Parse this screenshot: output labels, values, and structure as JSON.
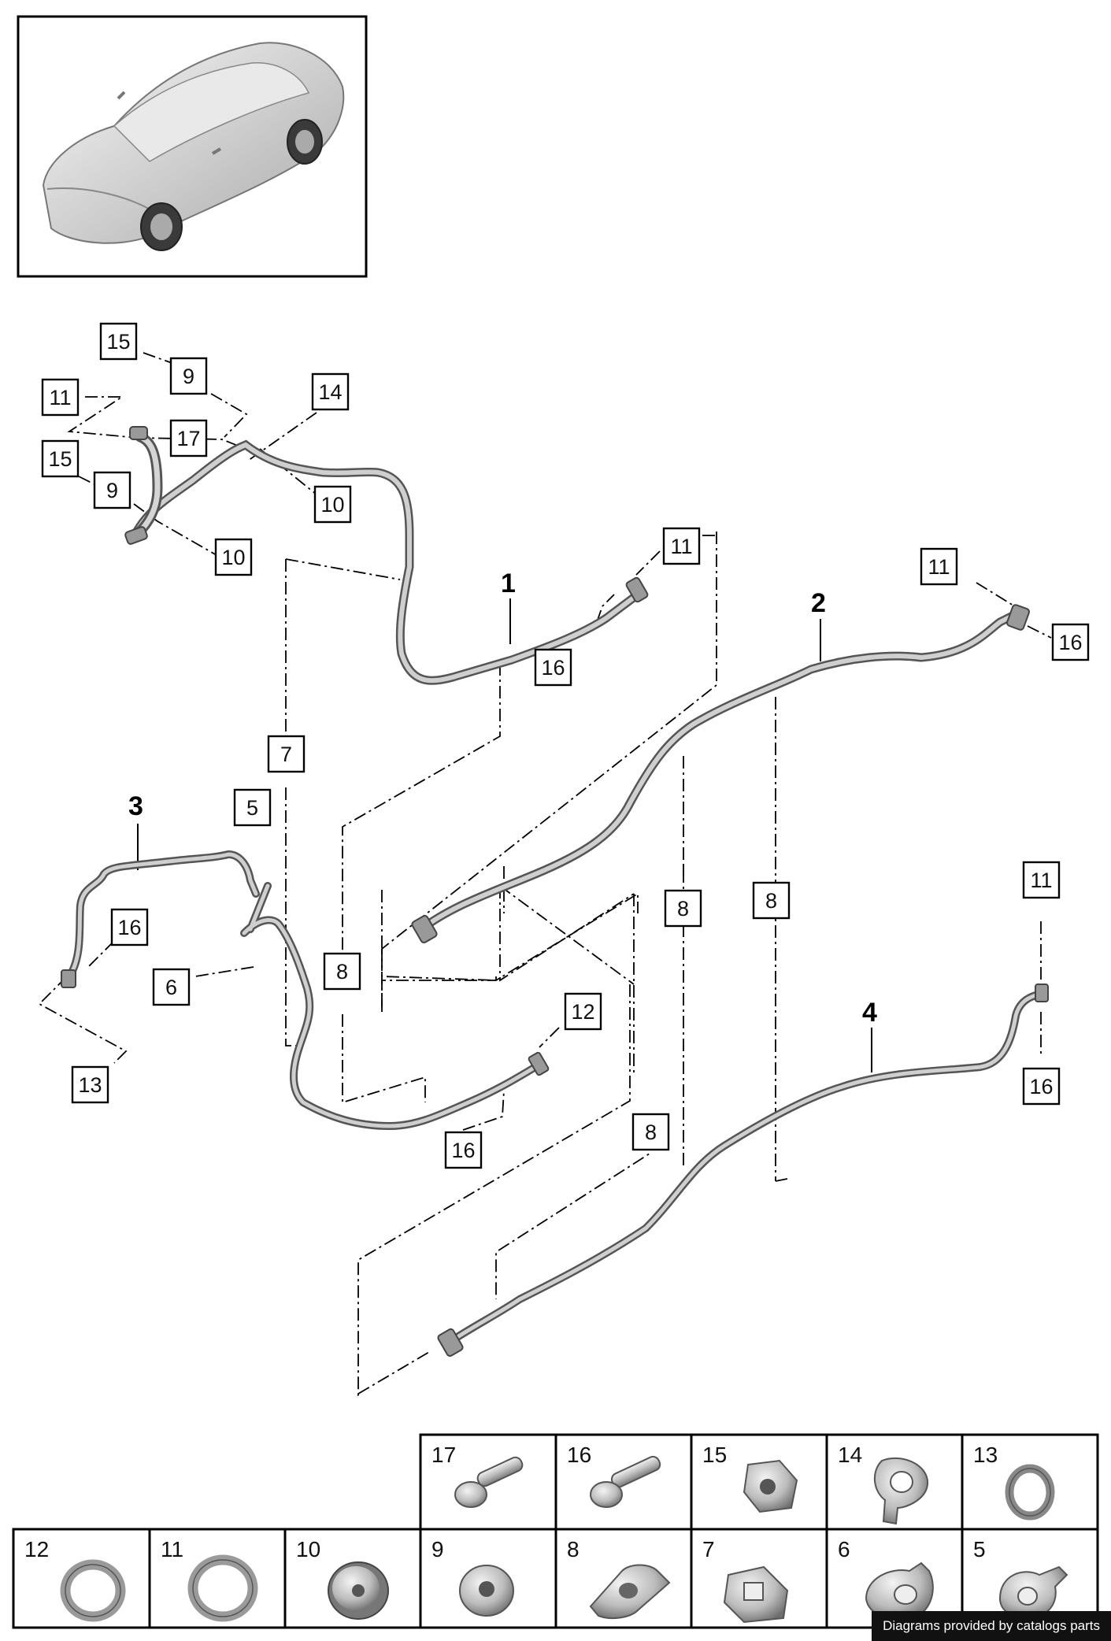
{
  "diagram": {
    "assemblies": [
      {
        "id": "1",
        "label": "1"
      },
      {
        "id": "2",
        "label": "2"
      },
      {
        "id": "3",
        "label": "3"
      },
      {
        "id": "4",
        "label": "4"
      }
    ],
    "callouts": [
      "15",
      "9",
      "11",
      "17",
      "14",
      "15",
      "9",
      "10",
      "10",
      "11",
      "16",
      "11",
      "16",
      "7",
      "5",
      "3",
      "16",
      "6",
      "8",
      "8",
      "8",
      "13",
      "12",
      "16",
      "8",
      "11",
      "16"
    ],
    "legend_top": [
      "17",
      "16",
      "15",
      "14",
      "13"
    ],
    "legend_bottom": [
      "12",
      "11",
      "10",
      "9",
      "8",
      "7",
      "6",
      "5"
    ]
  },
  "credit": "Diagrams provided by catalogs parts"
}
